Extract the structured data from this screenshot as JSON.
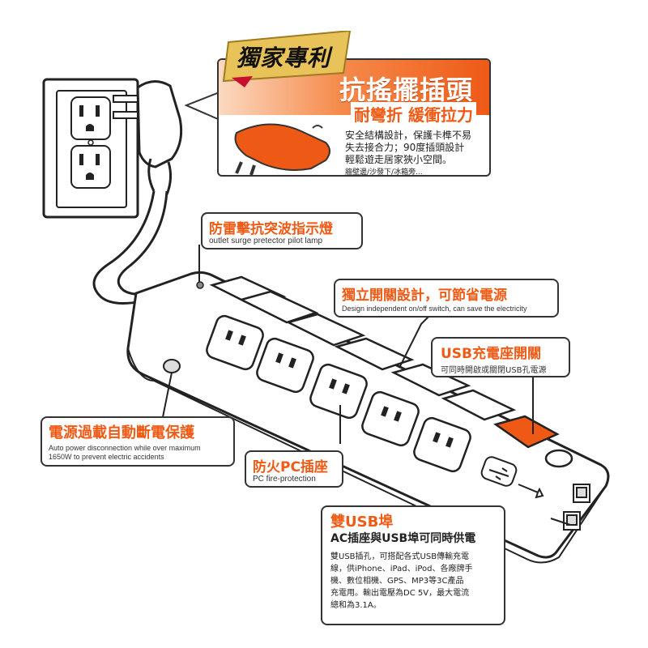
{
  "patent": {
    "badge": "獨家專利",
    "title": "抗搖擺插頭",
    "subtitle": "耐彎折 緩衝拉力",
    "desc_lines": [
      "安全結構設計，保護卡榫不易",
      "失去接合力；90度插頭設計",
      "輕鬆遊走居家狹小空間。"
    ],
    "desc_small": "牆壁邊/沙發下/冰箱旁..."
  },
  "surge_lamp": {
    "title": "防雷擊抗突波指示燈",
    "subtitle": "outlet surge pretector pilot lamp"
  },
  "independent_switch": {
    "title": "獨立開關設計，可節省電源",
    "subtitle": "Design independent on/off switch, can save the electricity"
  },
  "usb_switch": {
    "title": "USB充電座開關",
    "subtitle": "可同時開啟或關閉USB孔電源"
  },
  "overload": {
    "title": "電源過載自動斷電保護",
    "subtitle_lines": [
      "Auto power disconnection while over maximum",
      "1650W to prevent electric accidents"
    ]
  },
  "fire": {
    "title": "防火PC插座",
    "subtitle": "PC fire-protection"
  },
  "usb_port": {
    "title": "雙USB埠",
    "subtitle": "AC插座與USB埠可同時供電",
    "desc_lines": [
      "雙USB插孔，可搭配各式USB傳輸充電",
      "線，供iPhone、iPad、iPod、各廠牌手",
      "機、數位相機、GPS、MP3等3C產品",
      "充電用。輸出電壓為DC 5V，最大電流",
      "總和為3.1A。"
    ]
  },
  "colors": {
    "accent": "#f05a14",
    "outline": "#333333",
    "switch_orange": "#ee5a16"
  }
}
